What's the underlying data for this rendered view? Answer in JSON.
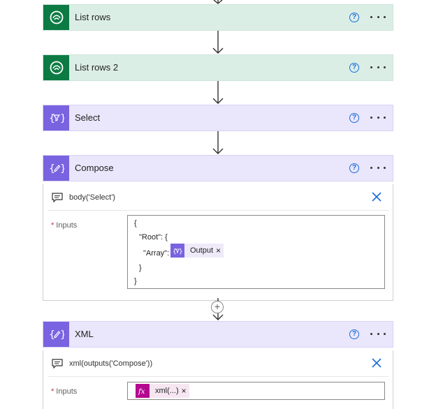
{
  "steps": [
    {
      "title": "List rows",
      "icon": "dataverse-icon"
    },
    {
      "title": "List rows 2",
      "icon": "dataverse-icon"
    },
    {
      "title": "Select",
      "icon": "data-operation-icon"
    },
    {
      "title": "Compose",
      "icon": "data-operation-icon",
      "comment": "body('Select')",
      "inputs_label": "Inputs",
      "required_marker": "*",
      "code": {
        "line1": "{",
        "line2": "\"Root\": {",
        "line3_key": "\"Array\":",
        "line4": "}",
        "line5": "}"
      },
      "token": {
        "label": "Output",
        "icon": "select-token-icon",
        "remove": "×"
      }
    },
    {
      "title": "XML",
      "icon": "data-operation-icon",
      "comment": "xml(outputs('Compose'))",
      "inputs_label": "Inputs",
      "required_marker": "*",
      "token": {
        "label": "xml(...)",
        "icon": "expression-fx-icon",
        "remove": "×"
      }
    }
  ],
  "help_glyph": "?",
  "add_glyph": "+",
  "colors": {
    "dataverse": "#0c7b43",
    "data_operation": "#7a63e0",
    "expression": "#b4098f",
    "help": "#1a6ed8"
  }
}
